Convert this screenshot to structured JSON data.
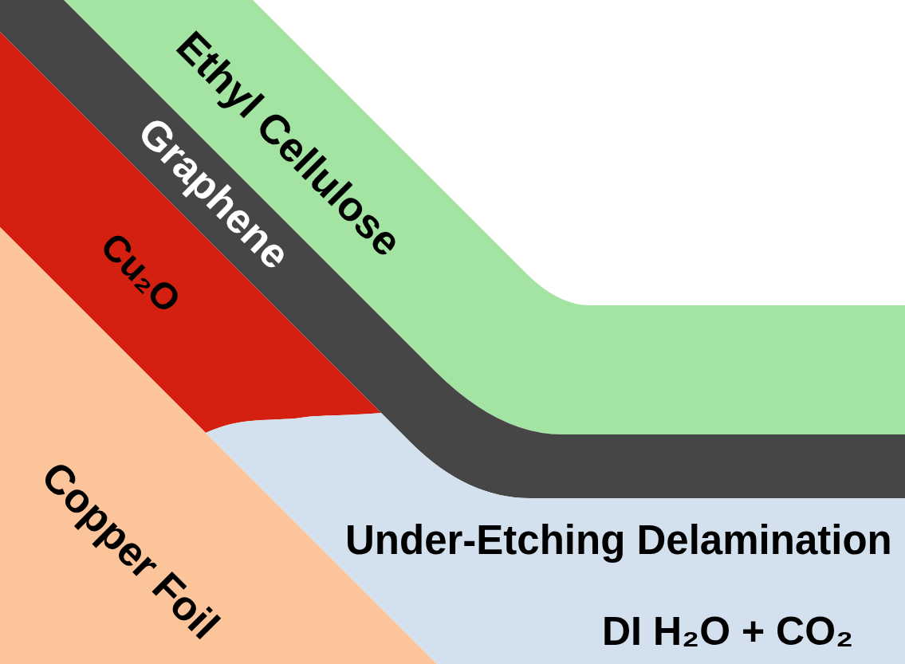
{
  "diagram": {
    "nodes": [
      {
        "text": [
          "Ethyl Cellulose"
        ]
      },
      {
        "text": [
          "Graphene"
        ]
      },
      {
        "text": [
          "Cu₂O"
        ]
      },
      {
        "text": [
          "Copper Foil"
        ]
      },
      {
        "text": [
          "Under-Etching Delamination",
          "DI H₂O + CO₂"
        ]
      }
    ]
  }
}
